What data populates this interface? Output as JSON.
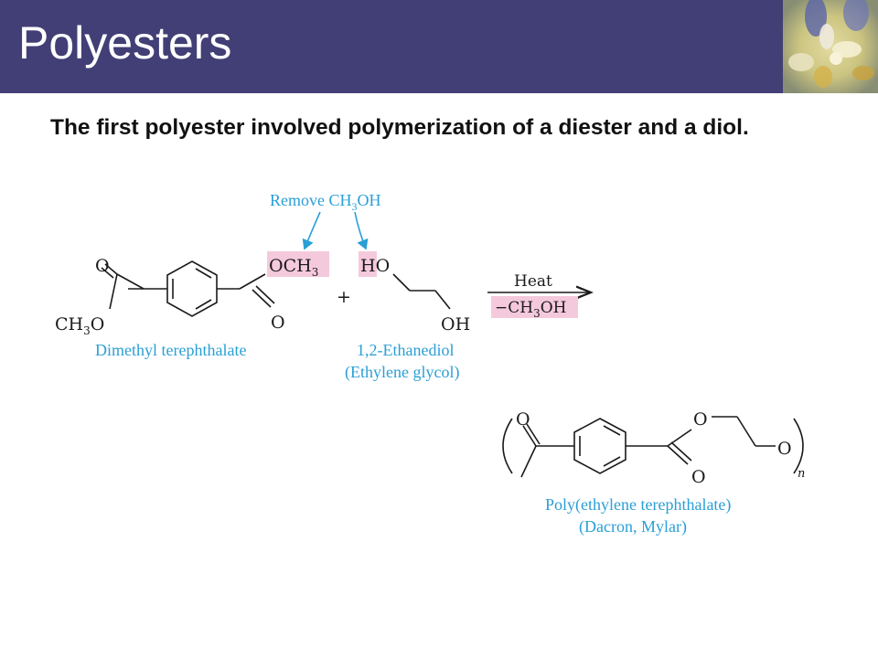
{
  "header": {
    "title": "Polyesters",
    "background_color": "#423f76",
    "corner_image": "flower-photo"
  },
  "subtitle": "The first polyester involved polymerization of a diester and a diol.",
  "scheme": {
    "annotation": {
      "text": "Remove CH",
      "sub": "3",
      "suffix": "OH",
      "color": "#2a9fd6"
    },
    "highlight_color": "#f5c9dc",
    "reactant1": {
      "carbonyl_o_top": "O",
      "carbonyl_o_bottom": "O",
      "methoxy_left": "CH",
      "methoxy_left_sub": "3",
      "methoxy_left_suffix": "O",
      "leaving_group": "OCH",
      "leaving_group_sub": "3",
      "name": "Dimethyl terephthalate"
    },
    "plus": "+",
    "reactant2": {
      "ho": "HO",
      "oh": "OH",
      "name_line1": "1,2-Ethanediol",
      "name_line2": "(Ethylene glycol)"
    },
    "conditions": {
      "above": "Heat",
      "below_prefix": "−CH",
      "below_sub": "3",
      "below_suffix": "OH"
    },
    "product": {
      "o_top_left": "O",
      "o_top_right": "O",
      "o_bottom": "O",
      "o_chain": "O",
      "repeat_subscript": "n",
      "name_line1": "Poly(ethylene terephthalate)",
      "name_line2": "(Dacron, Mylar)"
    }
  }
}
